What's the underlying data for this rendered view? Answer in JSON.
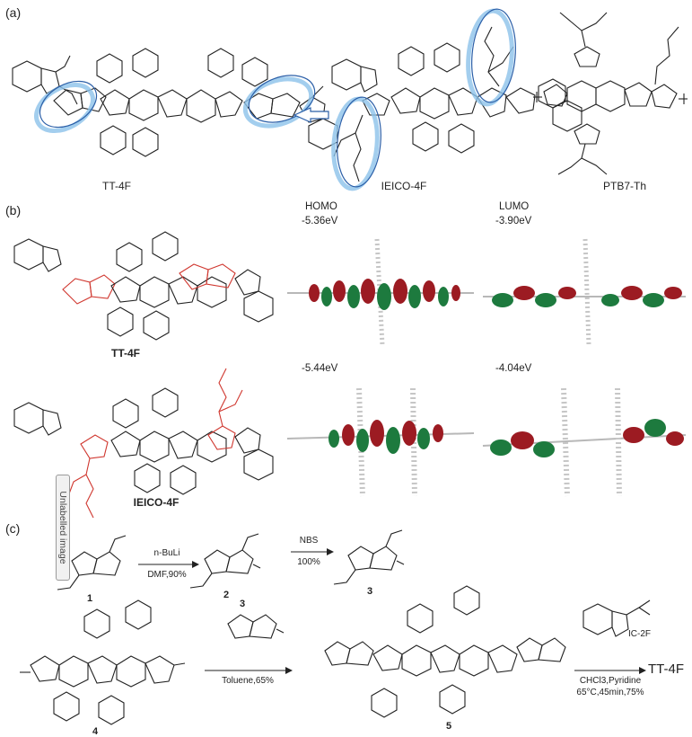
{
  "panels": {
    "a": "(a)",
    "b": "(b)",
    "c": "(c)"
  },
  "panel_a": {
    "molecule_1": "TT-4F",
    "molecule_2": "IEICO-4F",
    "molecule_3": "PTB7-Th"
  },
  "panel_b": {
    "homo_heading": "HOMO",
    "lumo_heading": "LUMO",
    "tt4f_homo": "-5.36eV",
    "tt4f_lumo": "-3.90eV",
    "ieico_homo": "-5.44eV",
    "ieico_lumo": "-4.04eV",
    "label_tt4f": "TT-4F",
    "label_ieico": "IEICO-4F",
    "unlabelled_image": "Unlabelled image"
  },
  "panel_c": {
    "cmpd_1": "1",
    "cmpd_2": "2",
    "cmpd_3": "3",
    "cmpd_3_above_arrow": "3",
    "cmpd_4": "4",
    "cmpd_5": "5",
    "step1_top": "n-BuLi",
    "step1_bottom": "DMF,90%",
    "step2_top": "NBS",
    "step2_bottom": "100%",
    "step3_bottom": "Toluene,65%",
    "reagent_ic2f": "IC-2F",
    "step4_line1": "CHCl3,Pyridine",
    "step4_line2": "65°C,45min,75%",
    "product": "TT-4F"
  },
  "colors": {
    "ellipse": "#2b5fa8",
    "highlight_red": "#d0372f",
    "orbital_red": "#9c1b22",
    "orbital_green": "#1d7a3e"
  }
}
